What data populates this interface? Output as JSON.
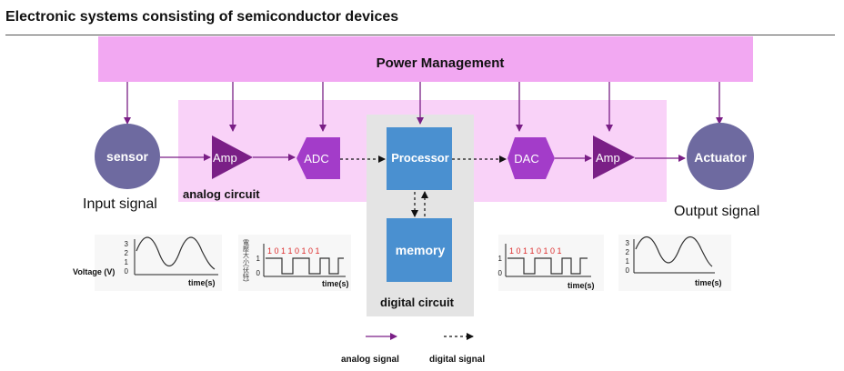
{
  "title": "Electronic systems consisting of semiconductor devices",
  "power_management": "Power Management",
  "blocks": {
    "sensor": "sensor",
    "amp": "Amp",
    "adc": "ADC",
    "processor": "Processor",
    "memory": "memory",
    "dac": "DAC",
    "actuator": "Actuator"
  },
  "labels": {
    "input_signal": "Input signal",
    "output_signal": "Output signal",
    "analog_circuit": "analog circuit",
    "digital_circuit": "digital circuit"
  },
  "plots": {
    "voltage_label": "Voltage (V)",
    "time_label": "time(s)",
    "y_ticks": [
      "0",
      "1",
      "2",
      "3"
    ],
    "y_ticks_digital": [
      "0",
      "1"
    ],
    "bits": "1 0 1 1 0 1 0 1",
    "cn_ylabel": "電壓大小(伏特)"
  },
  "legend": {
    "analog": "analog signal",
    "digital": "digital signal"
  },
  "colors": {
    "power_band": "#f2a8f2",
    "analog_region": "#f9d2f8",
    "digital_region": "#e4e4e4",
    "purple_dark": "#7a1f86",
    "purple_mid": "#a33cc9",
    "circle": "#6e6aa0",
    "blue_box": "#4a90d0",
    "bits_red": "#dd2b2b"
  }
}
